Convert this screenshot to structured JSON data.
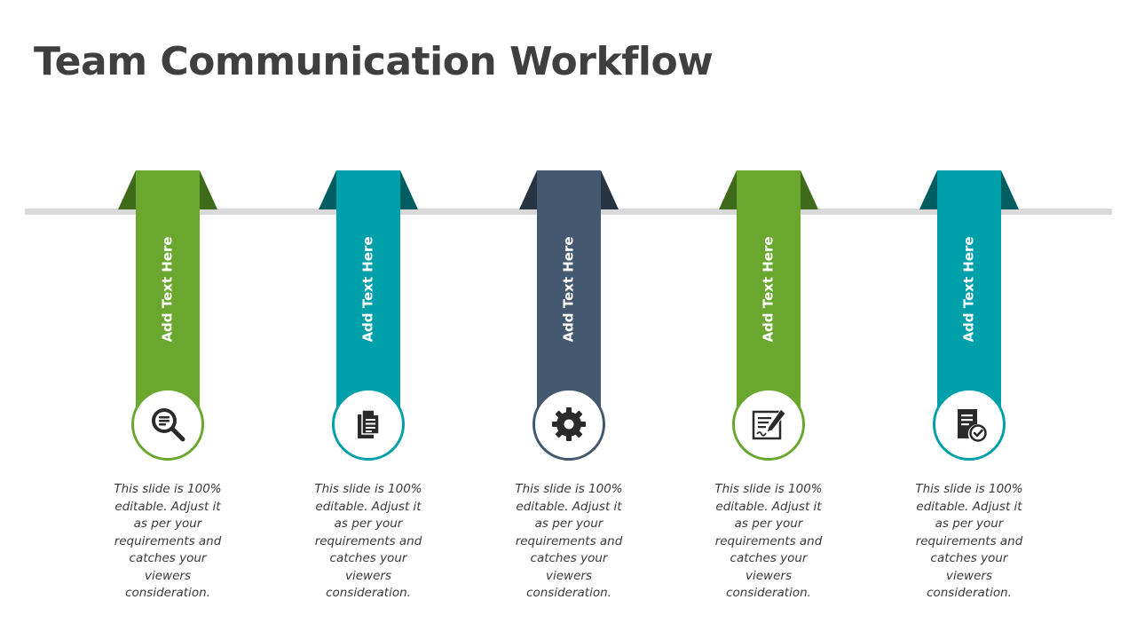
{
  "slide": {
    "title": "Team Communication Workflow"
  },
  "steps": [
    {
      "label": "Add Text Here",
      "description": "This slide is 100% editable. Adjust it as per your requirements and catches your viewers consideration.",
      "icon": "search-list-icon",
      "color": "#6aa72e",
      "fold_color": "#3e6a1a"
    },
    {
      "label": "Add Text Here",
      "description": "This slide is 100% editable. Adjust it as per your requirements and catches your viewers consideration.",
      "icon": "documents-icon",
      "color": "#00a0aa",
      "fold_color": "#005e63"
    },
    {
      "label": "Add Text Here",
      "description": "This slide is 100% editable. Adjust it as per your requirements and catches your viewers consideration.",
      "icon": "gear-icon",
      "color": "#44596f",
      "fold_color": "#263443"
    },
    {
      "label": "Add Text Here",
      "description": "This slide is 100% editable. Adjust it as per your requirements and catches your viewers consideration.",
      "icon": "contract-sign-icon",
      "color": "#6aa72e",
      "fold_color": "#3e6a1a"
    },
    {
      "label": "Add Text Here",
      "description": "This slide is 100% editable. Adjust it as per your requirements and catches your viewers consideration.",
      "icon": "approved-document-icon",
      "color": "#00a0aa",
      "fold_color": "#005e63"
    }
  ]
}
